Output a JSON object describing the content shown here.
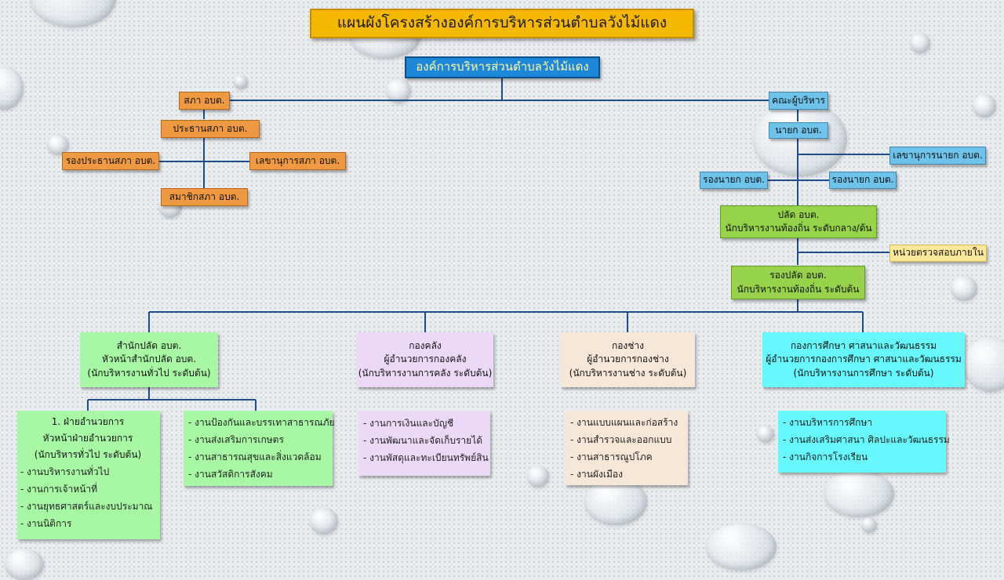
{
  "title": "แผนผังโครงสร้างองค์การบริหารส่วนตำบลวังไม้แดง",
  "org": "องค์การบริหารส่วนตำบลวังไม้แดง",
  "council": {
    "sapha": "สภา อบต.",
    "president": "ประธานสภา อบต.",
    "vice_president": "รองประธานสภา อบต.",
    "secretary": "เลขานุการสภา อบต.",
    "member": "สมาชิกสภา อบต."
  },
  "executive": {
    "committee": "คณะผู้บริหาร",
    "mayor": "นายก อบต.",
    "mayor_secretary": "เลขานุการนายก อบต.",
    "deputy1": "รองนายก อบต.",
    "deputy2": "รองนายก อบต."
  },
  "palat": {
    "line1": "ปลัด อบต.",
    "line2": "นักบริหารงานท้องถิ่น ระดับกลาง/ต้น"
  },
  "audit": "หน่วยตรวจสอบภายใน",
  "deputy_palat": {
    "line1": "รองปลัด อบต.",
    "line2": "นักบริหารงานท้องถิ่น ระดับต้น"
  },
  "departments": {
    "office": {
      "line1": "สำนักปลัด อบต.",
      "line2": "หัวหน้าสำนักปลัด อบต.",
      "line3": "(นักบริหารงานทั่วไป ระดับต้น)"
    },
    "finance": {
      "line1": "กองคลัง",
      "line2": "ผู้อำนวยการกองคลัง",
      "line3": "(นักบริหารงานการคลัง ระดับต้น)"
    },
    "engineering": {
      "line1": "กองช่าง",
      "line2": "ผู้อำนวยการกองช่าง",
      "line3": "(นักบริหารงานช่าง ระดับต้น)"
    },
    "education": {
      "line1": "กองการศึกษา ศาสนาและวัฒนธรรม",
      "line2": "ผู้อำนวยการกองการศึกษา ศาสนาและวัฒนธรรม",
      "line3": "(นักบริหารงานการศึกษา ระดับต้น)"
    }
  },
  "units": {
    "admin": {
      "line1": "1. ฝ่ายอำนวยการ",
      "line2": "หัวหน้าฝ่ายอำนวยการ",
      "line3": "(นักบริหารทั่วไป ระดับต้น)",
      "items": [
        "งานบริหารงานทั่วไป",
        "งานการเจ้าหน้าที่",
        "งานยุทธศาสตร์และงบประมาณ",
        "งานนิติการ"
      ]
    },
    "office_tasks": [
      "งานป้องกันและบรรเทาสาธารณภัย",
      "งานส่งเสริมการเกษตร",
      "งานสาธารณสุขและสิ่งแวดล้อม",
      "งานสวัสดิการสังคม"
    ],
    "finance_tasks": [
      "งานการเงินและบัญชี",
      "งานพัฒนาและจัดเก็บรายได้",
      "งานพัสดุและทะเบียนทรัพย์สิน"
    ],
    "engineering_tasks": [
      "งานแบบแผนและก่อสร้าง",
      "งานสำรวจและออกแบบ",
      "งานสาธารณูปโภค",
      "งานผังเมือง"
    ],
    "education_tasks": [
      "งานบริหารการศึกษา",
      "งานส่งเสริมศาสนา ศิลปะและวัฒนธรรม",
      "งานกิจการโรงเรียน"
    ]
  }
}
